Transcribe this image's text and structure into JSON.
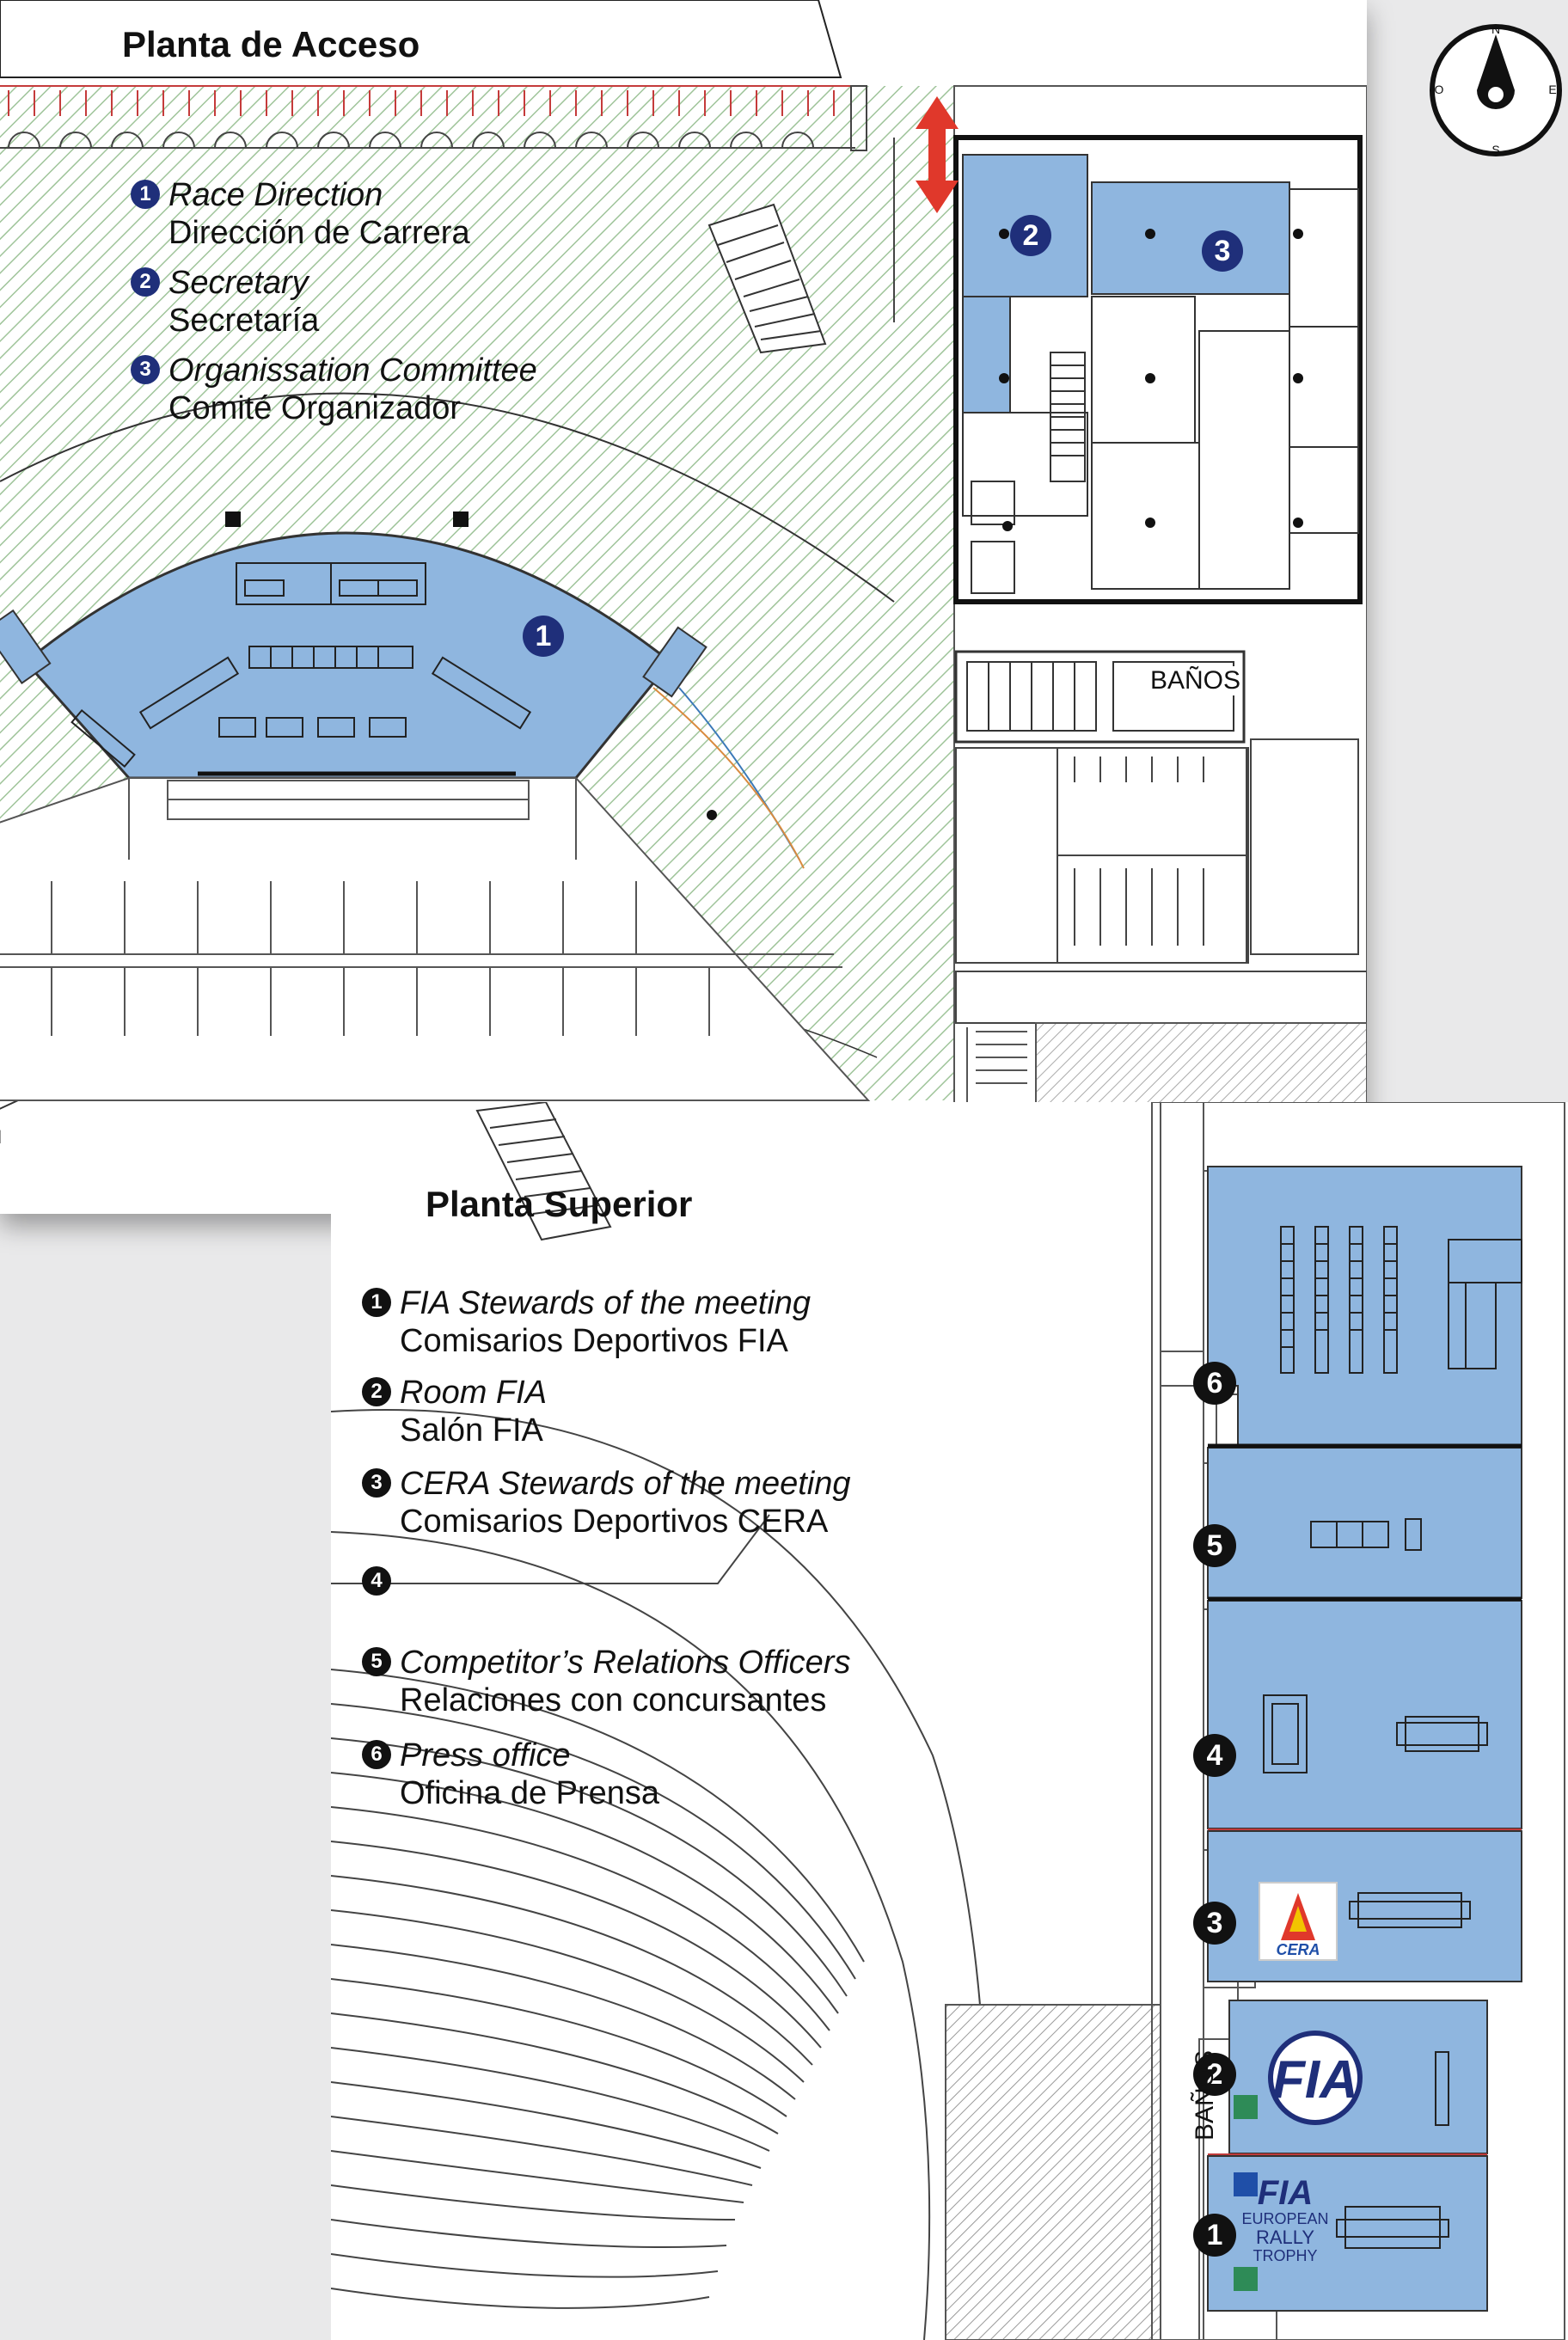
{
  "access_floor": {
    "title": "Planta de Acceso",
    "legend": [
      {
        "num": "1",
        "en": "Race Direction",
        "es": "Dirección de Carrera"
      },
      {
        "num": "2",
        "en": "Secretary",
        "es": "Secretaría"
      },
      {
        "num": "3",
        "en": "Organissation Committee",
        "es": "Comité Organizador"
      }
    ],
    "room_markers": [
      "1",
      "2",
      "3"
    ],
    "restrooms_label": "BAÑOS"
  },
  "upper_floor": {
    "title": "Planta Superior",
    "legend": [
      {
        "num": "1",
        "en": "FIA Stewards of the meeting",
        "es": "Comisarios Deportivos FIA"
      },
      {
        "num": "2",
        "en": "Room FIA",
        "es": "Salón FIA"
      },
      {
        "num": "3",
        "en": "CERA Stewards of the meeting",
        "es": "Comisarios Deportivos CERA"
      },
      {
        "num": "4",
        "en": "",
        "es": ""
      },
      {
        "num": "5",
        "en": "Competitor’s Relations Officers",
        "es": "Relaciones con concursantes"
      },
      {
        "num": "6",
        "en": "Press office",
        "es": "Oficina de Prensa"
      }
    ],
    "room_markers": [
      "6",
      "5",
      "4",
      "3",
      "2",
      "1"
    ],
    "restrooms_label": "BAÑOS",
    "logos": {
      "cera": "CERA",
      "fia": "FIA",
      "fia_trophy_line1": "FIA",
      "fia_trophy_line2": "EUROPEAN",
      "fia_trophy_line3": "RALLY",
      "fia_trophy_line4": "TROPHY"
    }
  },
  "compass": {
    "icon": "compass-icon",
    "letters": [
      "N",
      "E",
      "S",
      "O"
    ]
  },
  "colors": {
    "room_blue": "#8fb6df",
    "badge_blue": "#1f2f7a",
    "hatch_green": "#9fc49a",
    "arrow_red": "#e0382b"
  }
}
